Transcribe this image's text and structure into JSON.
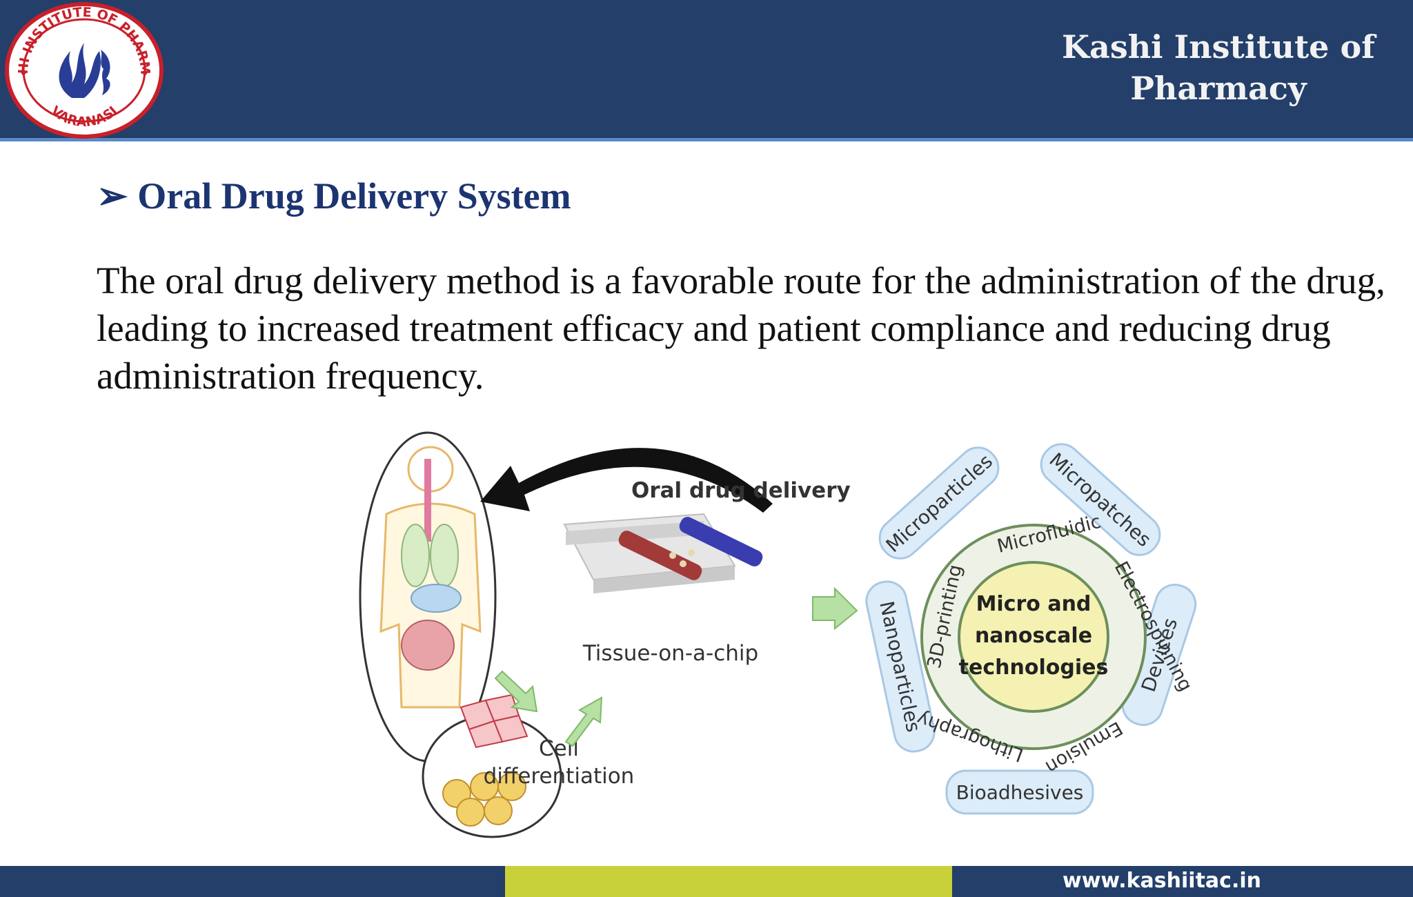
{
  "header": {
    "institute_line1": "Kashi Institute of",
    "institute_line2": "Pharmacy",
    "logo": {
      "top_text": "KASHI INSTITUTE OF PHARMACY",
      "bottom_text": "VARANASI",
      "ring_color": "#c8202a",
      "emblem_color": "#2a3d96"
    }
  },
  "slide": {
    "heading": "Oral Drug Delivery System",
    "heading_bullet": "➢",
    "paragraph": "The oral drug delivery method is a favorable route for the administration of the drug, leading to increased treatment efficacy and patient compliance and reducing drug administration frequency."
  },
  "diagram": {
    "label_oral": "Oral drug delivery",
    "label_tissue": "Tissue-on-a-chip",
    "label_cell_1": "Cell",
    "label_cell_2": "differentiation",
    "center_1": "Micro and",
    "center_2": "nanoscale",
    "center_3": "technologies",
    "ring_terms": [
      "Microfluidic",
      "Electrospinning",
      "Emulsion",
      "Lithography",
      "3D-printing"
    ],
    "outer_labels": [
      "Microparticles",
      "Micropatches",
      "Devices",
      "Bioadhesives",
      "Nanoparticles"
    ],
    "colors": {
      "box_fill": "#dcecf8",
      "box_stroke": "#a9c8e4",
      "ring": "#6d8f5c",
      "center": "#f4f1b2",
      "arrow": "#b7e0a5"
    }
  },
  "footer": {
    "website": "www.kashiitac.in",
    "colors": {
      "left": "#233f6a",
      "middle": "#c9d13a",
      "right": "#233f6a"
    }
  }
}
